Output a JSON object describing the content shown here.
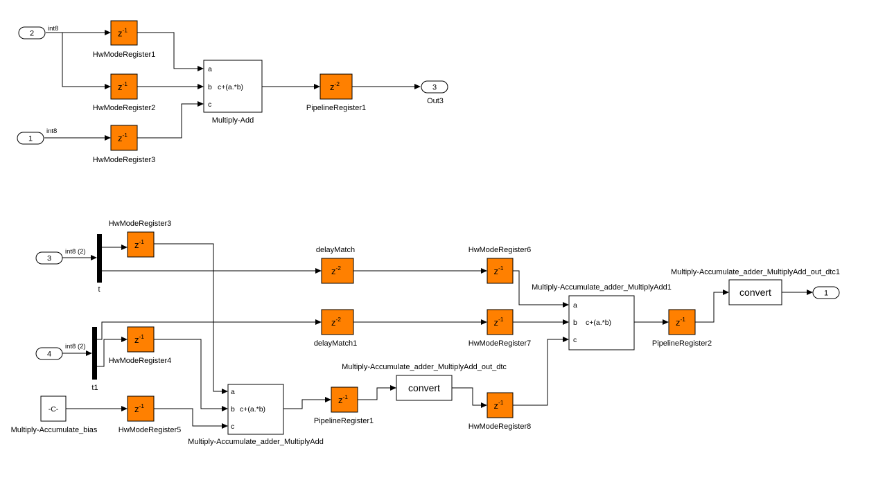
{
  "diagram": {
    "inports": [
      {
        "id": "in2_top",
        "num": "2"
      },
      {
        "id": "in1_top",
        "num": "1"
      },
      {
        "id": "in3_bot",
        "num": "3"
      },
      {
        "id": "in4_bot",
        "num": "4"
      }
    ],
    "outports": [
      {
        "id": "out3",
        "num": "3",
        "label": "Out3"
      },
      {
        "id": "out1",
        "num": "1"
      }
    ],
    "signal_labels": {
      "top_in2": "int8",
      "top_in1": "int8",
      "bot_in3": "int8 (2)",
      "bot_in4": "int8 (2)"
    },
    "delays": [
      {
        "id": "hwr1_top",
        "label": "HwModeRegister1",
        "exp": "-1"
      },
      {
        "id": "hwr2_top",
        "label": "HwModeRegister2",
        "exp": "-1"
      },
      {
        "id": "hwr3_top",
        "label": "HwModeRegister3",
        "exp": "-1"
      },
      {
        "id": "pipe1_top",
        "label": "PipelineRegister1",
        "exp": "-2"
      },
      {
        "id": "hwr3_bot",
        "label": "HwModeRegister3",
        "exp": "-1"
      },
      {
        "id": "delaymatch",
        "label": "delayMatch",
        "exp": "-2"
      },
      {
        "id": "hwr6",
        "label": "HwModeRegister6",
        "exp": "-1"
      },
      {
        "id": "delaymatch1",
        "label": "delayMatch1",
        "exp": "-2"
      },
      {
        "id": "hwr7",
        "label": "HwModeRegister7",
        "exp": "-1"
      },
      {
        "id": "hwr4",
        "label": "HwModeRegister4",
        "exp": "-1"
      },
      {
        "id": "hwr5",
        "label": "HwModeRegister5",
        "exp": "-1"
      },
      {
        "id": "pipe1_bot",
        "label": "PipelineRegister1",
        "exp": "-1"
      },
      {
        "id": "hwr8",
        "label": "HwModeRegister8",
        "exp": "-1"
      },
      {
        "id": "pipe2",
        "label": "PipelineRegister2",
        "exp": "-1"
      }
    ],
    "delay_base": "z",
    "muladds": [
      {
        "id": "ma_top",
        "label": "Multiply-Add",
        "expr": "c+(a.*b)",
        "ports": [
          "a",
          "b",
          "c"
        ]
      },
      {
        "id": "ma_bot",
        "label": "Multiply-Accumulate_adder_MultiplyAdd",
        "expr": "c+(a.*b)",
        "ports": [
          "a",
          "b",
          "c"
        ]
      },
      {
        "id": "ma_mid",
        "label": "Multiply-Accumulate_adder_MultiplyAdd1",
        "expr": "c+(a.*b)",
        "ports": [
          "a",
          "b",
          "c"
        ]
      }
    ],
    "converts": [
      {
        "id": "conv1",
        "label": "Multiply-Accumulate_adder_MultiplyAdd_out_dtc",
        "text": "convert"
      },
      {
        "id": "conv2",
        "label": "Multiply-Accumulate_adder_MultiplyAdd_out_dtc1",
        "text": "convert"
      }
    ],
    "demux": [
      {
        "id": "demux_t",
        "label": "t"
      },
      {
        "id": "demux_t1",
        "label": "t1"
      }
    ],
    "constant": {
      "id": "bias",
      "text": "-C-",
      "label": "Multiply-Accumulate_bias"
    },
    "colors": {
      "register_fill": "#ff8000",
      "line": "#000000",
      "background": "#ffffff"
    }
  }
}
